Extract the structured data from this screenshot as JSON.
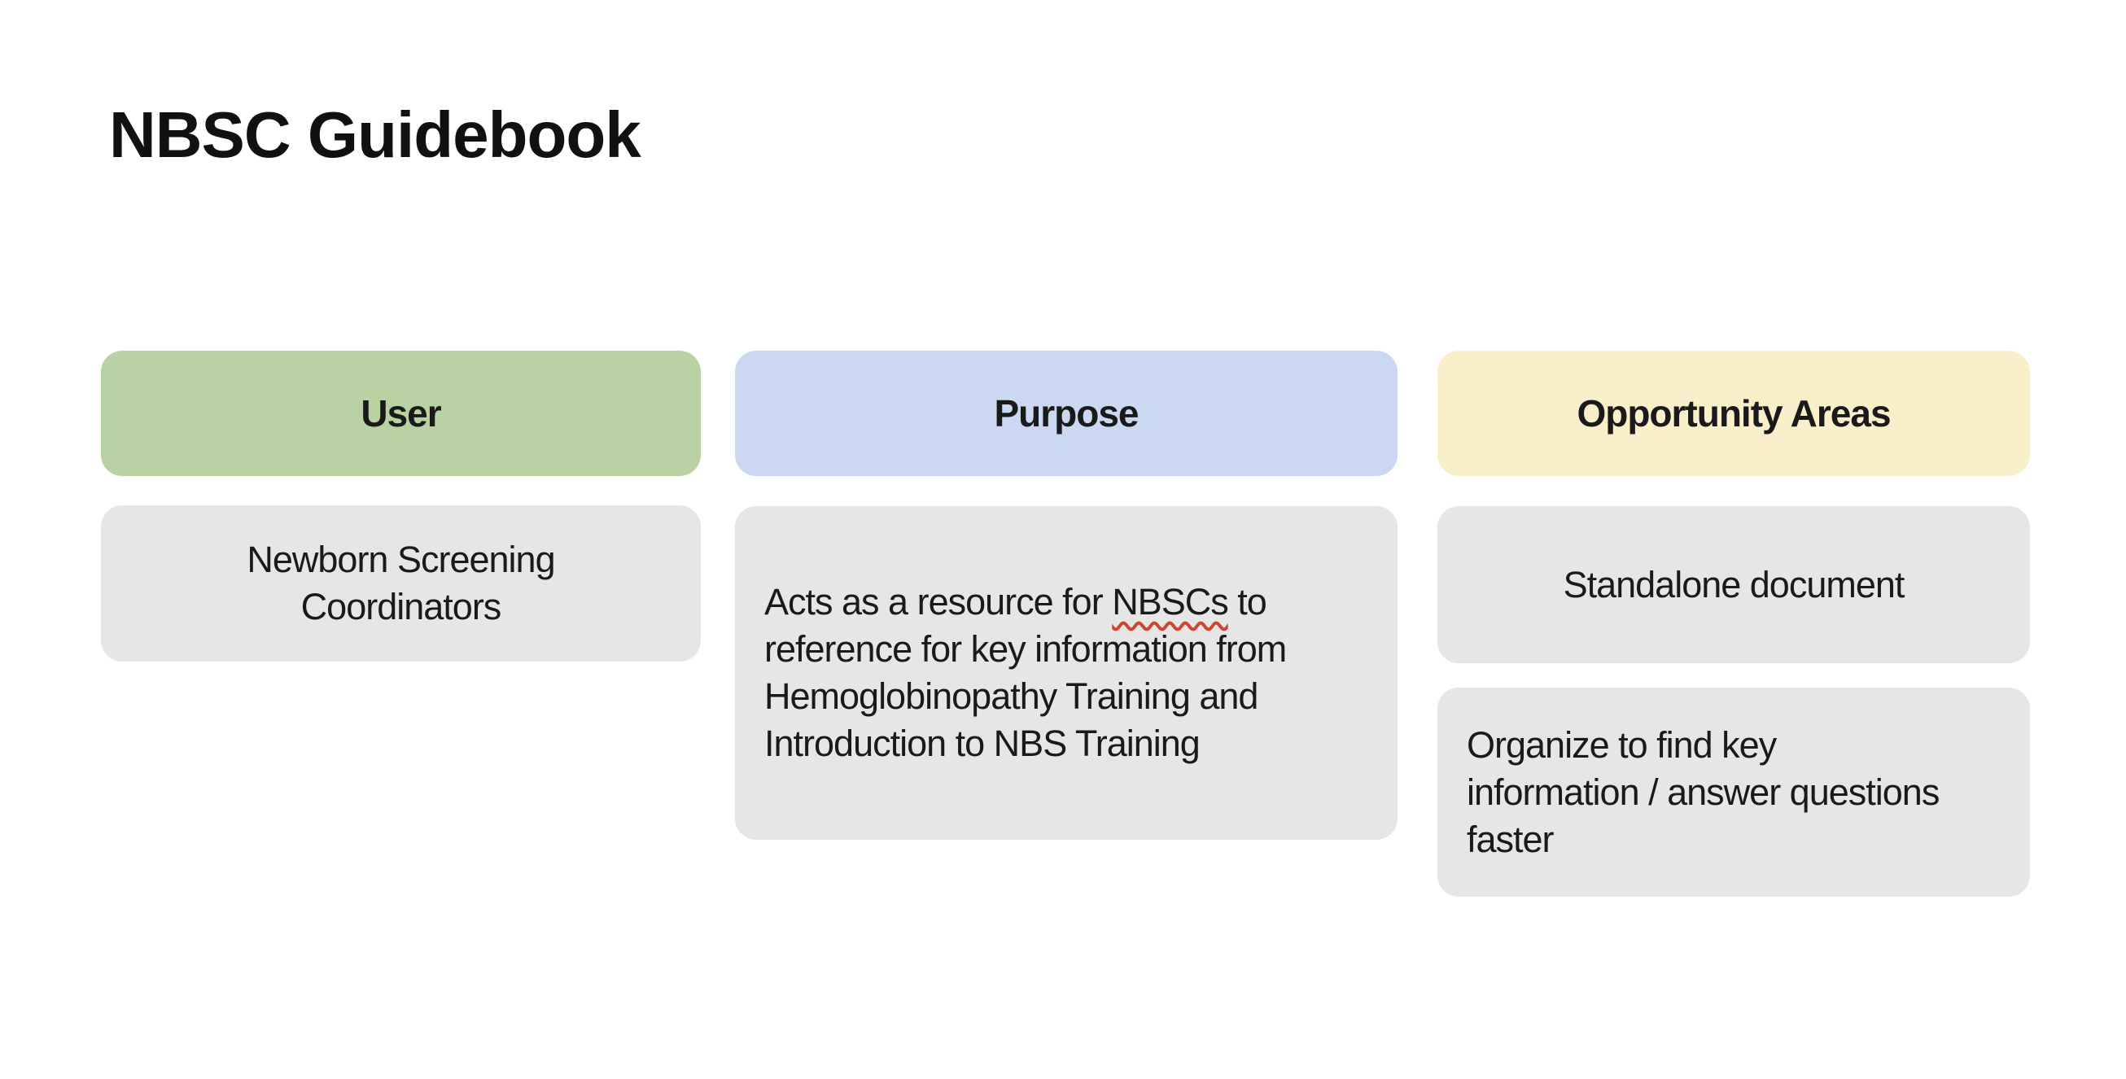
{
  "slide_title": "NBSC Guidebook",
  "colors": {
    "text": "#1a1a1a",
    "user_header_bg": "#b8d2a3",
    "purpose_header_bg": "#cbd8f1",
    "opportunity_header_bg": "#f9efcb",
    "content_box_bg": "#e6e6e6",
    "spellcheck_underline": "#d0452f"
  },
  "columns": {
    "user": {
      "header_label": "User",
      "box_lines": [
        "Newborn Screening",
        "Coordinators"
      ]
    },
    "purpose": {
      "header_label": "Purpose",
      "box_text": {
        "line1_pre": "Acts as a resource for ",
        "line1_misspelled_word": "NBSCs",
        "line1_post": " to",
        "line2": "reference for key information from",
        "line3": "Hemoglobinopathy Training and",
        "line4": "Introduction to NBS Training"
      }
    },
    "opportunity": {
      "header_label": "Opportunity Areas",
      "box1_label": "Standalone document",
      "box2_lines": [
        "Organize to find key",
        "information / answer questions",
        "faster"
      ]
    }
  }
}
